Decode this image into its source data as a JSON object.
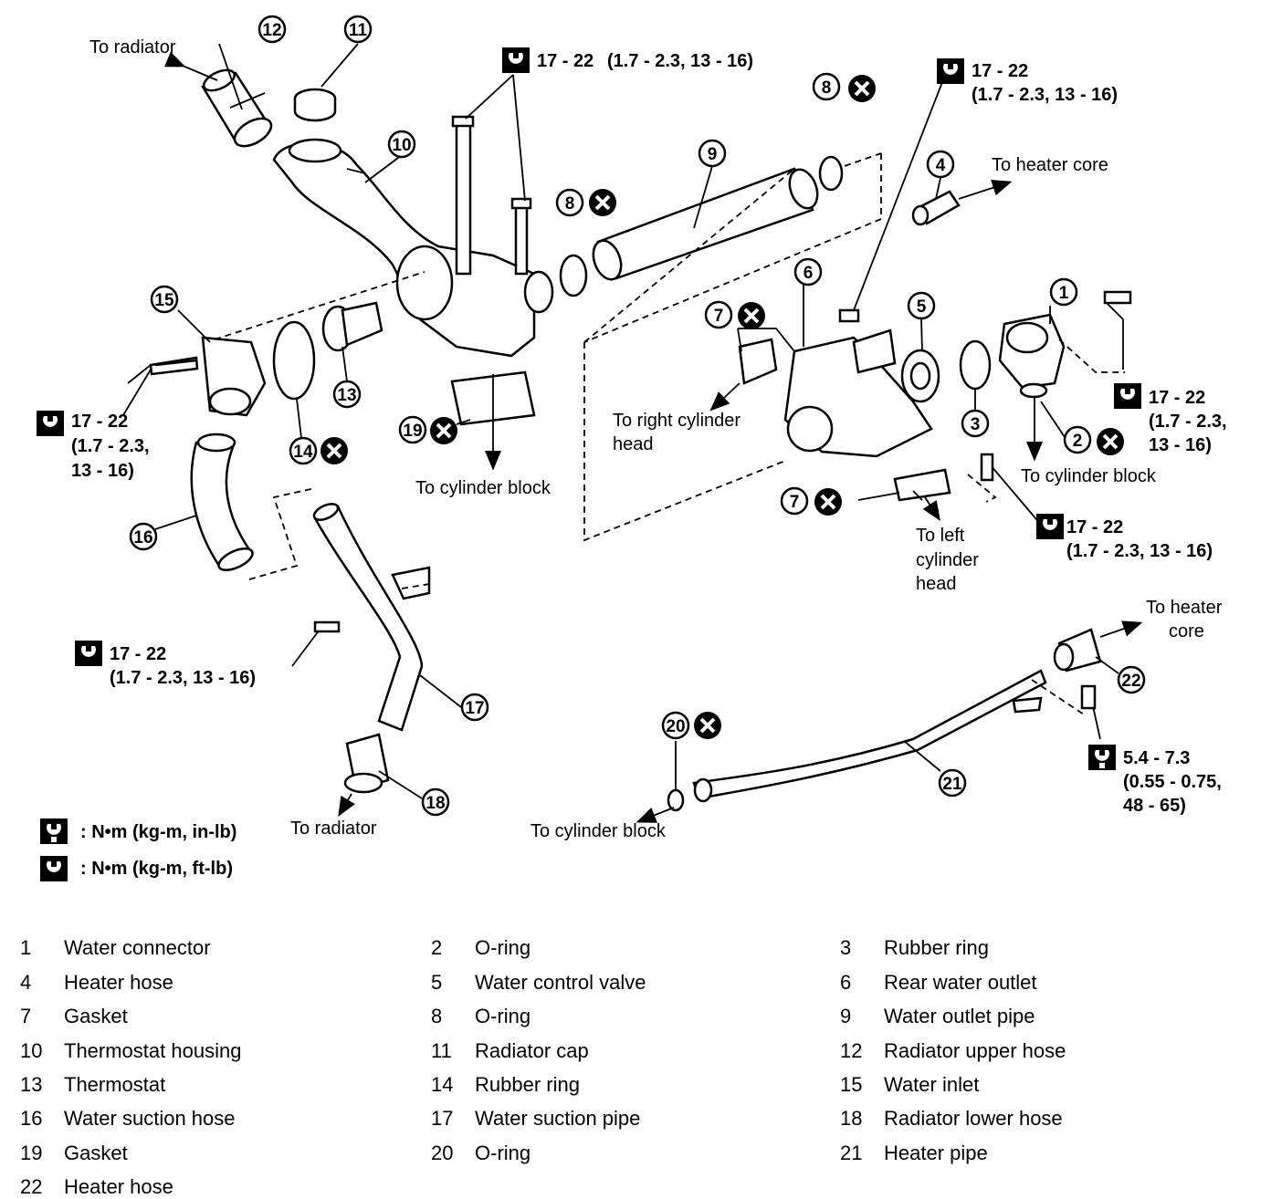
{
  "torque": {
    "main": "17 - 22",
    "sub": "(1.7 - 2.3, 13 - 16)",
    "sub_a": "(1.7 - 2.3,",
    "sub_b": "13 - 16)",
    "small_main": "5.4 - 7.3",
    "small_a": "(0.55 - 0.75,",
    "small_b": "48 - 65)"
  },
  "labels": {
    "to_radiator": "To radiator",
    "to_heater_core": "To heater core",
    "to_heater": "To heater",
    "core": "core",
    "to_cylinder_block": "To cylinder block",
    "to_right_cylinder": "To right cylinder",
    "head": "head",
    "to_left": "To left",
    "cylinder": "cylinder"
  },
  "units": {
    "in_lb": ": N•m (kg-m, in-lb)",
    "ft_lb": ": N•m (kg-m, ft-lb)"
  },
  "callouts": [
    "1",
    "2",
    "3",
    "4",
    "5",
    "6",
    "7",
    "8",
    "9",
    "10",
    "11",
    "12",
    "13",
    "14",
    "15",
    "16",
    "17",
    "18",
    "19",
    "20",
    "21",
    "22"
  ],
  "legend": [
    {
      "num": "1",
      "name": "Water connector"
    },
    {
      "num": "2",
      "name": "O-ring"
    },
    {
      "num": "3",
      "name": "Rubber ring"
    },
    {
      "num": "4",
      "name": "Heater hose"
    },
    {
      "num": "5",
      "name": "Water control valve"
    },
    {
      "num": "6",
      "name": "Rear water outlet"
    },
    {
      "num": "7",
      "name": "Gasket"
    },
    {
      "num": "8",
      "name": "O-ring"
    },
    {
      "num": "9",
      "name": "Water outlet pipe"
    },
    {
      "num": "10",
      "name": "Thermostat housing"
    },
    {
      "num": "11",
      "name": "Radiator cap"
    },
    {
      "num": "12",
      "name": "Radiator upper hose"
    },
    {
      "num": "13",
      "name": "Thermostat"
    },
    {
      "num": "14",
      "name": "Rubber ring"
    },
    {
      "num": "15",
      "name": "Water inlet"
    },
    {
      "num": "16",
      "name": "Water suction hose"
    },
    {
      "num": "17",
      "name": "Water suction pipe"
    },
    {
      "num": "18",
      "name": "Radiator lower hose"
    },
    {
      "num": "19",
      "name": "Gasket"
    },
    {
      "num": "20",
      "name": "O-ring"
    },
    {
      "num": "21",
      "name": "Heater pipe"
    },
    {
      "num": "22",
      "name": "Heater hose"
    }
  ]
}
